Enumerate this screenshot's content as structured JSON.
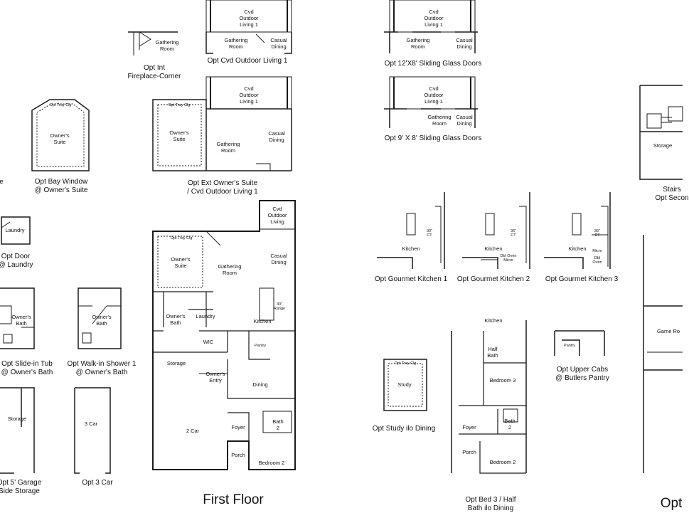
{
  "variants": {
    "fireplace_corner": {
      "room": "Gathering\nRoom",
      "caption": "Opt Int\nFireplace-Corner"
    },
    "cvd_outdoor_1": {
      "outdoor": "Cvd\nOutdoor\nLiving 1",
      "gathering": "Gathering\nRoom",
      "dining": "Casual\nDining",
      "caption": "Opt Cvd Outdoor Living 1"
    },
    "sliding_12x8": {
      "outdoor": "Cvd\nOutdoor\nLiving 1",
      "gathering": "Gathering\nRoom",
      "dining": "Casual\nDining",
      "caption": "Opt 12'X8' Sliding Glass Doors"
    },
    "sliding_9x8": {
      "outdoor": "Cvd\nOutdoor\nLiving 1",
      "gathering": "Gathering\nRoom",
      "dining": "Casual\nDining",
      "caption": "Opt 9' X 8' Sliding Glass Doors"
    },
    "bay_window": {
      "tray": "Opt Tray Clg",
      "suite": "Owner's\nSuite",
      "caption": "Opt Bay Window\n@ Owner's Suite"
    },
    "ext_owners": {
      "outdoor": "Cvd\nOutdoor\nLiving 1",
      "tray": "Opt Tray Clg",
      "suite": "Owner's\nSuite",
      "gathering": "Gathering\nRoom",
      "dining": "Casual\nDining",
      "caption": "Opt Ext Owner's Suite\n/ Cvd Outdoor Living 1"
    },
    "stairs": {
      "storage": "Storage",
      "caption": "Stairs\nOpt Secon"
    },
    "door_laundry": {
      "room": "Laundry",
      "caption": "Opt Door\n@ Laundry"
    },
    "slidein_tub": {
      "room": "Owner's\nBath",
      "caption": "Opt Slide-in Tub\n@ Owner's Bath"
    },
    "walkin_shower": {
      "room": "Owner's\nBath",
      "caption": "Opt Walk-in Shower 1\n@ Owner's Bath"
    },
    "garage_storage": {
      "room": "Storage",
      "caption": "Opt 5' Garage\nSide Storage"
    },
    "three_car": {
      "room": "3 Car",
      "caption": "Opt 3 Car"
    },
    "gourmet_1": {
      "kitchen": "Kitchen",
      "ct": "30\"\nCT",
      "caption": "Opt Gourmet Kitchen 1"
    },
    "gourmet_2": {
      "kitchen": "Kitchen",
      "ct": "36\"\nCT",
      "oven": "Dbl Oven\nMicro",
      "caption": "Opt Gourmet Kitchen 2"
    },
    "gourmet_3": {
      "kitchen": "Kitchen",
      "ct": "36\"\nCT",
      "micro": "Micro",
      "oven": "Dbl\nOven",
      "caption": "Opt Gourmet Kitchen 3"
    },
    "study": {
      "tray": "Opt Tray Clg",
      "room": "Study",
      "caption": "Opt Study ilo Dining"
    },
    "bed3": {
      "kitchen": "Kitchen",
      "halfbath": "Half\nBath",
      "bedroom3": "Bedroom 3",
      "foyer": "Foyer",
      "bath2": "Bath\n2",
      "porch": "Porch",
      "bedroom2": "Bedroom 2",
      "caption": "Opt Bed 3 / Half\nBath ilo Dining"
    },
    "upper_cabs": {
      "pantry": "Pantry",
      "caption": "Opt Upper Cabs\n@ Butlers Pantry"
    },
    "game_room": {
      "room": "Game Ro",
      "caption": "Opt"
    }
  },
  "first_floor": {
    "title": "First Floor",
    "outdoor": "Cvd\nOutdoor\nLiving",
    "tray": "Opt Tray Clg",
    "owners_suite": "Owner's\nSuite",
    "gathering": "Gathering\nRoom",
    "casual_dining": "Casual\nDining",
    "range": "30\"\nRange",
    "owners_bath": "Owner's\nBath",
    "laundry": "Laundry",
    "kitchen": "Kitchen",
    "wic": "WIC",
    "pantry": "Pantry",
    "storage": "Storage",
    "owners_entry": "Owner's\nEntry",
    "dining": "Dining",
    "garage": "2 Car",
    "foyer": "Foyer",
    "bath2": "Bath\n2",
    "porch": "Porch",
    "bedroom2": "Bedroom 2"
  },
  "left_edge": {
    "fragment": "e"
  }
}
